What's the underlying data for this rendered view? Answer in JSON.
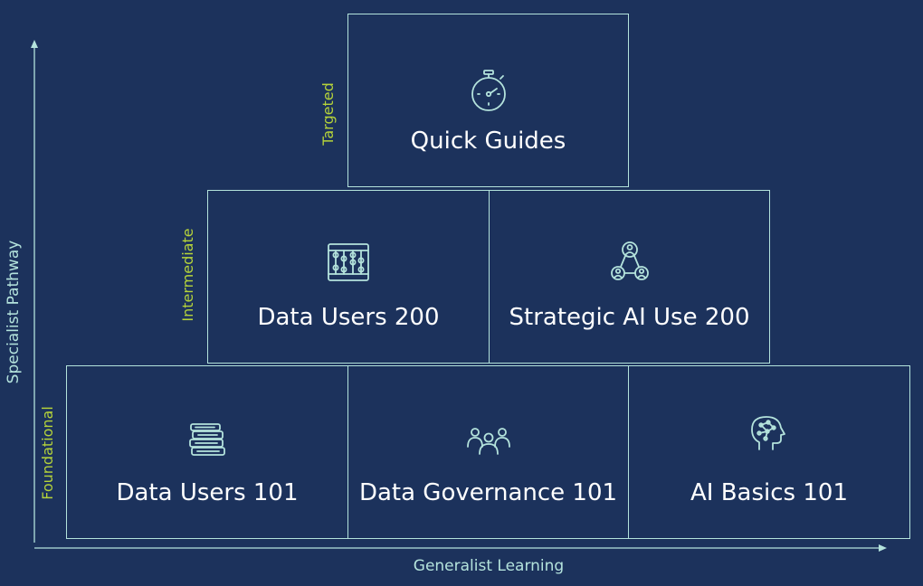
{
  "colors": {
    "background": "#1c325c",
    "box_border": "#b4e3dc",
    "icon": "#b4e3dc",
    "tier_label": "#b5d33a",
    "axis": "#b4e3dc",
    "text": "#ffffff"
  },
  "axes": {
    "y_label": "Specialist Pathway",
    "x_label": "Generalist Learning"
  },
  "tiers": {
    "targeted": "Targeted",
    "intermediate": "Intermediate",
    "foundational": "Foundational"
  },
  "courses": {
    "quick_guides": {
      "title": "Quick Guides",
      "icon": "stopwatch-icon"
    },
    "data_users_200": {
      "title": "Data Users 200",
      "icon": "abacus-icon"
    },
    "strategic_ai_200": {
      "title": "Strategic AI Use 200",
      "icon": "network-people-icon"
    },
    "data_users_101": {
      "title": "Data Users 101",
      "icon": "books-icon"
    },
    "data_governance_101": {
      "title": "Data Governance 101",
      "icon": "group-icon"
    },
    "ai_basics_101": {
      "title": "AI Basics 101",
      "icon": "ai-head-icon"
    }
  }
}
